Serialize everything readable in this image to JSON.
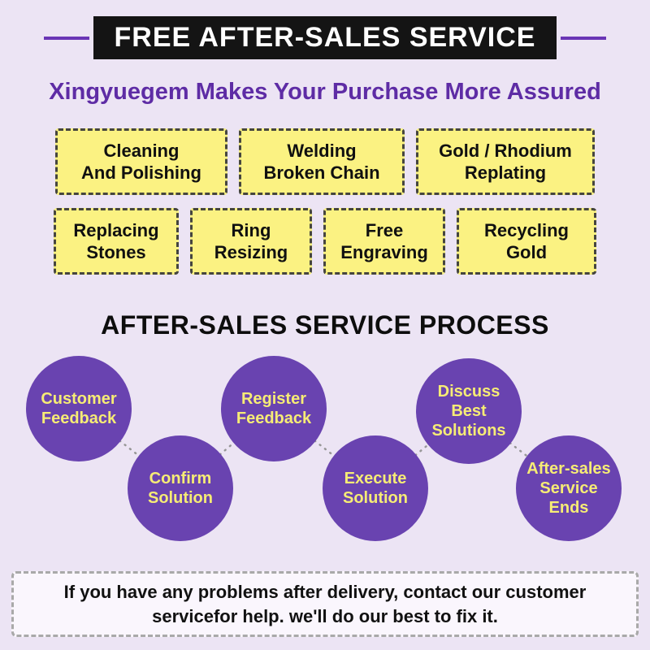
{
  "colors": {
    "background": "#ece4f4",
    "banner_bg": "#141414",
    "banner_text": "#ffffff",
    "accent_purple": "#5e2ca5",
    "side_line_purple": "#6a35b5",
    "box_yellow": "#fbf282",
    "box_border": "#45453e",
    "circle_purple": "#6943b0",
    "circle_text_yellow": "#f6ec75"
  },
  "banner": {
    "title": "FREE AFTER-SALES SERVICE"
  },
  "subtitle": "Xingyuegem Makes Your Purchase More Assured",
  "services": {
    "row1": [
      {
        "label": "Cleaning\nAnd Polishing"
      },
      {
        "label": "Welding\nBroken Chain"
      },
      {
        "label": "Gold / Rhodium\nReplating"
      }
    ],
    "row2": [
      {
        "label": "Replacing\nStones"
      },
      {
        "label": "Ring\nResizing"
      },
      {
        "label": "Free\nEngraving"
      },
      {
        "label": "Recycling\nGold"
      }
    ]
  },
  "process": {
    "heading": "AFTER-SALES SERVICE PROCESS",
    "steps": [
      {
        "label": "Customer\nFeedback"
      },
      {
        "label": "Confirm\nSolution"
      },
      {
        "label": "Register\nFeedback"
      },
      {
        "label": "Execute\nSolution"
      },
      {
        "label": "Discuss\nBest\nSolutions"
      },
      {
        "label": "After-sales\nService\nEnds"
      }
    ]
  },
  "footer": {
    "note": "If you have any problems after delivery, contact our customer\nservicefor help.  we'll do our best to fix it."
  }
}
